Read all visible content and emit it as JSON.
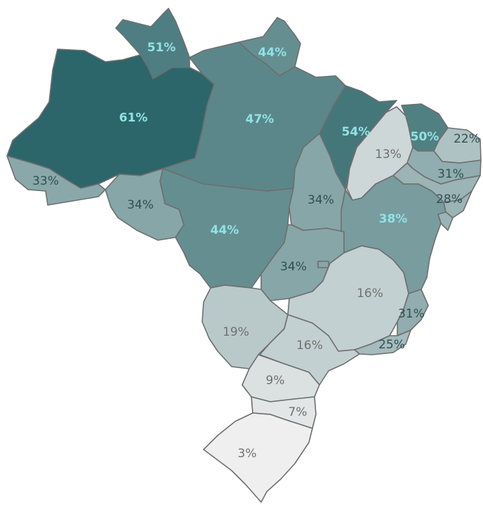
{
  "chart_data": {
    "type": "choropleth",
    "color_scale": {
      "low": "#efefef",
      "high": "#2c666a"
    },
    "regions": [
      {
        "id": "AM",
        "value": 61,
        "label": "61%"
      },
      {
        "id": "RR",
        "value": 51,
        "label": "51%"
      },
      {
        "id": "AP",
        "value": 44,
        "label": "44%"
      },
      {
        "id": "PA",
        "value": 47,
        "label": "47%"
      },
      {
        "id": "MA",
        "value": 54,
        "label": "54%"
      },
      {
        "id": "CE",
        "value": 50,
        "label": "50%"
      },
      {
        "id": "RN",
        "value": 22,
        "label": "22%"
      },
      {
        "id": "PI",
        "value": 13,
        "label": "13%"
      },
      {
        "id": "PB",
        "value": 31,
        "label": "31%"
      },
      {
        "id": "PE",
        "value": 28,
        "label": "28%"
      },
      {
        "id": "AC",
        "value": 33,
        "label": "33%"
      },
      {
        "id": "RO",
        "value": 34,
        "label": "34%"
      },
      {
        "id": "MT",
        "value": 44,
        "label": "44%"
      },
      {
        "id": "TO",
        "value": 34,
        "label": "34%"
      },
      {
        "id": "BA",
        "value": 38,
        "label": "38%"
      },
      {
        "id": "GO",
        "value": 34,
        "label": "34%"
      },
      {
        "id": "MG",
        "value": 16,
        "label": "16%"
      },
      {
        "id": "ES",
        "value": 31,
        "label": "31%"
      },
      {
        "id": "MS",
        "value": 19,
        "label": "19%"
      },
      {
        "id": "SP",
        "value": 16,
        "label": "16%"
      },
      {
        "id": "RJ",
        "value": 25,
        "label": "25%"
      },
      {
        "id": "PR",
        "value": 9,
        "label": "9%"
      },
      {
        "id": "SC",
        "value": 7,
        "label": "7%"
      },
      {
        "id": "RS",
        "value": 3,
        "label": "3%"
      },
      {
        "id": "AL",
        "value": 28,
        "label": ""
      },
      {
        "id": "SE",
        "value": 28,
        "label": ""
      },
      {
        "id": "DF",
        "value": 34,
        "label": ""
      }
    ]
  }
}
